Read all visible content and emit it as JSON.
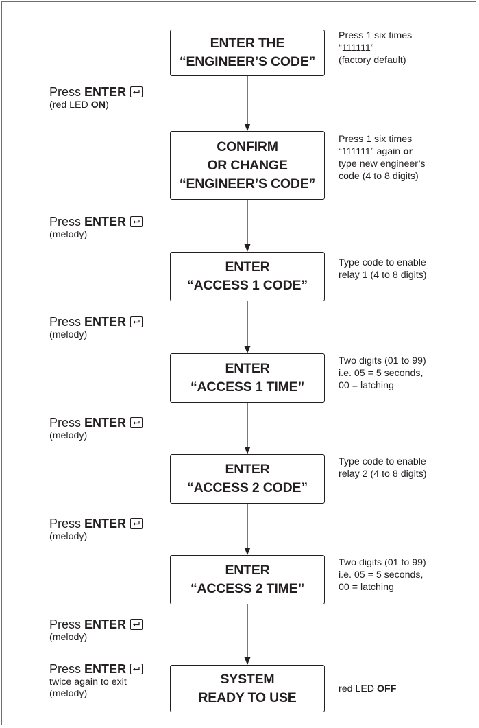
{
  "steps": [
    {
      "lines": [
        "ENTER THE",
        "“ENGINEER’S CODE”"
      ],
      "note": [
        {
          "t": "Press 1 six times"
        },
        {
          "t": "“111111”"
        },
        {
          "t": "(factory default)"
        }
      ]
    },
    {
      "lines": [
        "CONFIRM",
        "OR CHANGE",
        "“ENGINEER’S CODE”"
      ],
      "note": [
        {
          "t": "Press 1 six times"
        },
        {
          "t": "“111111” again ",
          "b": "or"
        },
        {
          "t": "type new engineer’s"
        },
        {
          "t": "code (4 to 8 digits)"
        }
      ]
    },
    {
      "lines": [
        "ENTER",
        "“ACCESS 1 CODE”"
      ],
      "note": [
        {
          "t": "Type code to enable"
        },
        {
          "t": "relay 1 (4 to 8 digits)"
        }
      ]
    },
    {
      "lines": [
        "ENTER",
        "“ACCESS 1 TIME”"
      ],
      "note": [
        {
          "t": "Two digits (01 to 99)"
        },
        {
          "t": "i.e. 05 = 5 seconds,"
        },
        {
          "t": "00 = latching"
        }
      ]
    },
    {
      "lines": [
        "ENTER",
        "“ACCESS 2 CODE”"
      ],
      "note": [
        {
          "t": "Type code to enable"
        },
        {
          "t": "relay 2 (4 to 8 digits)"
        }
      ]
    },
    {
      "lines": [
        "ENTER",
        "“ACCESS 2 TIME”"
      ],
      "note": [
        {
          "t": "Two digits (01 to 99)"
        },
        {
          "t": "i.e. 05 = 5 seconds,"
        },
        {
          "t": "00 = latching"
        }
      ]
    },
    {
      "lines": [
        "SYSTEM",
        "READY TO USE"
      ],
      "note": [
        {
          "t": "red LED ",
          "b": "OFF"
        }
      ]
    }
  ],
  "actions": [
    {
      "press": "Press",
      "key": "ENTER",
      "sub": [
        {
          "t": "(red LED ",
          "b": "ON",
          "a": ")"
        }
      ]
    },
    {
      "press": "Press",
      "key": "ENTER",
      "sub": [
        {
          "t": "(melody)"
        }
      ]
    },
    {
      "press": "Press",
      "key": "ENTER",
      "sub": [
        {
          "t": "(melody)"
        }
      ]
    },
    {
      "press": "Press",
      "key": "ENTER",
      "sub": [
        {
          "t": "(melody)"
        }
      ]
    },
    {
      "press": "Press",
      "key": "ENTER",
      "sub": [
        {
          "t": "(melody)"
        }
      ]
    },
    {
      "press": "Press",
      "key": "ENTER",
      "sub": [
        {
          "t": "(melody)"
        }
      ]
    },
    {
      "press": "Press",
      "key": "ENTER",
      "sub": [
        {
          "t": "twice again to exit"
        },
        {
          "t": "(melody)"
        }
      ]
    }
  ]
}
